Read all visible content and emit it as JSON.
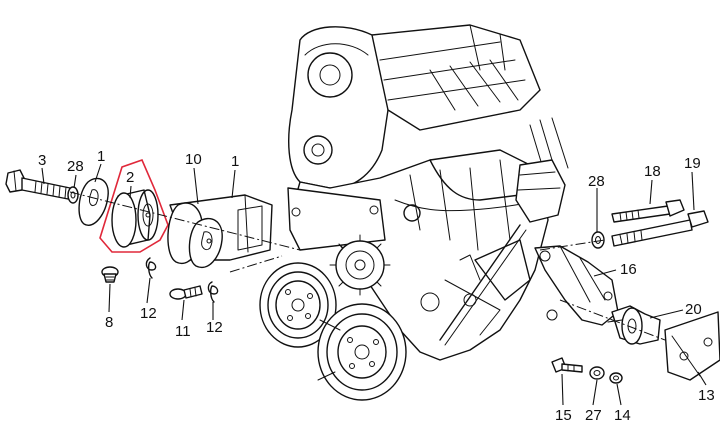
{
  "diagram": {
    "highlight_color": "#e0283a",
    "line_color": "#111111",
    "background": "#ffffff",
    "callouts": {
      "p1a": "1",
      "p1b": "1",
      "p2": "2",
      "p3": "3",
      "p8": "8",
      "p10": "10",
      "p11": "11",
      "p12a": "12",
      "p12b": "12",
      "p13": "13",
      "p14": "14",
      "p15": "15",
      "p16": "16",
      "p18": "18",
      "p19": "19",
      "p20": "20",
      "p27": "27",
      "p28a": "28",
      "p28b": "28"
    }
  }
}
